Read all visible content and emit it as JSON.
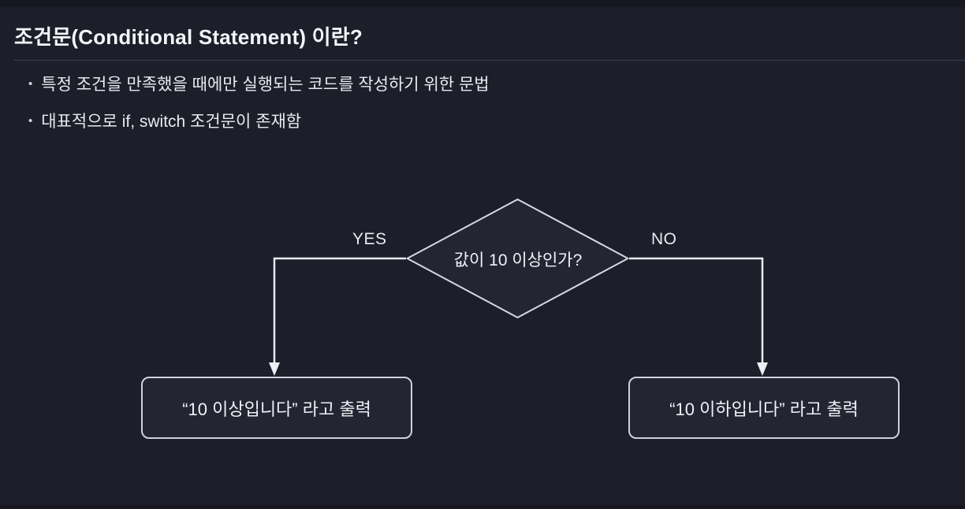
{
  "slide": {
    "title": "조건문(Conditional Statement) 이란?",
    "bullets": [
      "특정 조건을 만족했을 때에만 실행되는 코드를 작성하기 위한 문법",
      "대표적으로 if, switch 조건문이 존재함"
    ]
  },
  "flowchart": {
    "decision_label": "값이 10 이상인가?",
    "yes_label": "YES",
    "no_label": "NO",
    "yes_result": "“10 이상입니다” 라고 출력",
    "no_result": "“10 이하입니다” 라고 출력"
  },
  "colors": {
    "background": "#1c1e2a",
    "shape_fill": "#232532",
    "shape_border": "#d5d9e4",
    "connector": "#e9ebf2",
    "text_primary": "#f3f4f7",
    "divider": "#3d4050"
  }
}
